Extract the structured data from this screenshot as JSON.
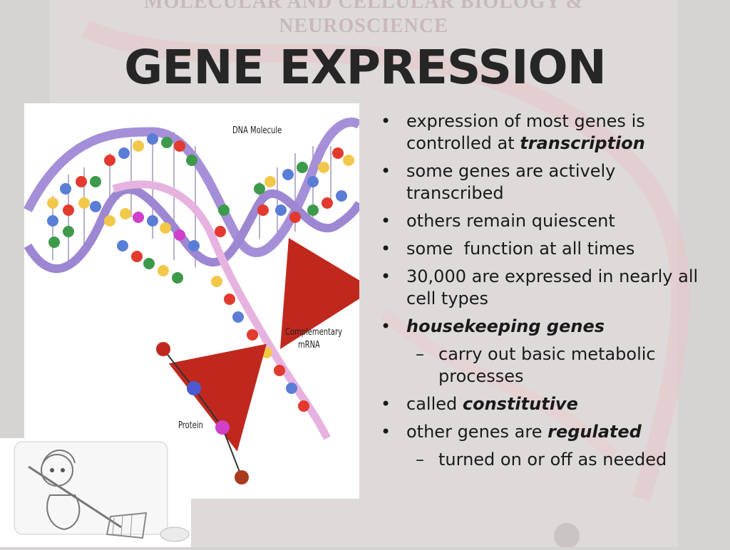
{
  "header": {
    "watermark_line1": "MOLECULAR AND CELLULAR BIOLOGY &",
    "watermark_line2": "NEUROSCIENCE",
    "title": "GENE EXPRESSION"
  },
  "figure": {
    "label_dna": "DNA Molecule",
    "label_mrna_line1": "Complementary",
    "label_mrna_line2": "mRNA",
    "label_protein": "Protein"
  },
  "bullets": [
    {
      "text": "expression of most genes is controlled at ",
      "em": "transcription"
    },
    {
      "text": "some genes are actively transcribed",
      "em": ""
    },
    {
      "text": "others remain quiescent",
      "em": ""
    },
    {
      "text": "some  function at all times",
      "em": ""
    },
    {
      "text": "30,000 are expressed in nearly all cell types",
      "em": ""
    },
    {
      "text": "",
      "em": "housekeeping genes"
    },
    {
      "sub": "carry out basic metabolic processes"
    },
    {
      "text": "called ",
      "em": "constitutive"
    },
    {
      "text": "other genes are ",
      "em": "regulated"
    },
    {
      "sub": "turned on or off as needed"
    }
  ],
  "colors": {
    "background": "#d6d3d3",
    "title": "#262626",
    "strand": "#a58fd8",
    "mrna": "#e6b3e0",
    "arrow": "#c0281e",
    "base_red": "#e23a2e",
    "base_blue": "#5a7ed6",
    "base_green": "#3d9a4a",
    "base_yellow": "#f2c84a",
    "base_magenta": "#d040c8"
  },
  "icons": [
    "dna-helix-illustration",
    "curved-arrow-icon",
    "cleaning-character-clipart"
  ]
}
